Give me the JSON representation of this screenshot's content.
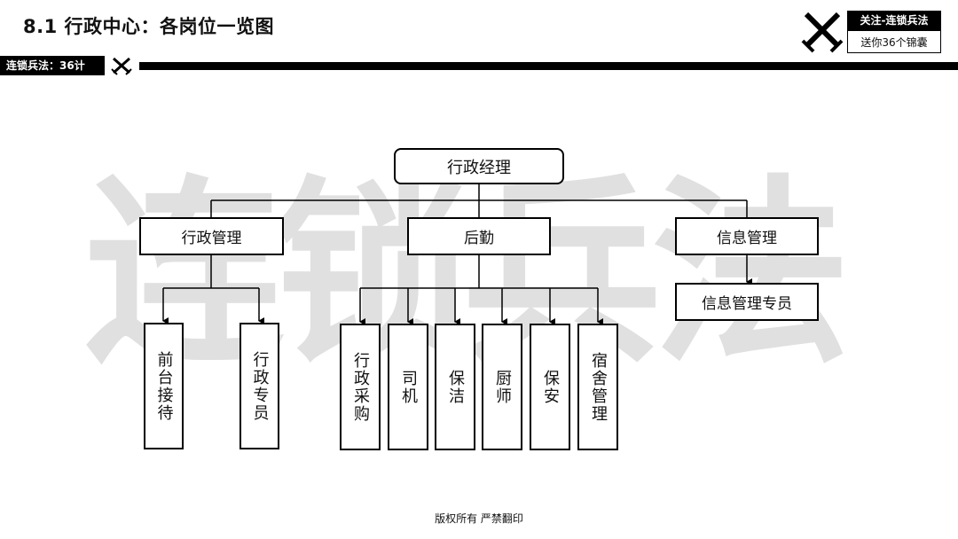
{
  "header": {
    "title": "8.1 行政中心：各岗位一览图",
    "tag": "连锁兵法：36计",
    "brand_line1": "关注-连锁兵法",
    "brand_line2": "送你36个锦囊"
  },
  "watermark": "连锁兵法",
  "org_chart": {
    "root": "行政经理",
    "departments": [
      {
        "name": "行政管理",
        "children": [
          "前台接待",
          "行政专员"
        ]
      },
      {
        "name": "后勤",
        "children": [
          "行政采购",
          "司机",
          "保洁",
          "厨师",
          "保安",
          "宿舍管理"
        ]
      },
      {
        "name": "信息管理",
        "children": [
          "信息管理专员"
        ]
      }
    ]
  },
  "footer": "版权所有 严禁翻印",
  "colors": {
    "line": "#000000",
    "watermark": "#e0e0e0"
  }
}
